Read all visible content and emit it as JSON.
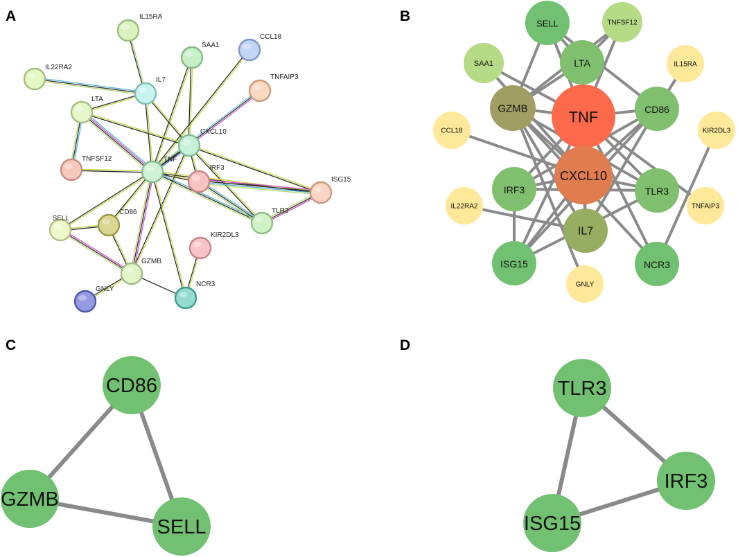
{
  "panels": [
    {
      "letter": "A"
    },
    {
      "letter": "B"
    },
    {
      "letter": "C"
    },
    {
      "letter": "D"
    }
  ],
  "colors": {
    "edge_grey": "#8a8a8a",
    "high_degree": "#fd6a4b",
    "mid_degree": "#e07c4e",
    "green": "#72c173",
    "pale_yellow": "#fee99a"
  },
  "panel_a": {
    "nodes": [
      {
        "id": "IL15RA",
        "fill": "#d9f2c0",
        "stroke": "#9bbd7c"
      },
      {
        "id": "SAA1",
        "fill": "#c6efc6",
        "stroke": "#86b886"
      },
      {
        "id": "CCL18",
        "fill": "#c3d5f5",
        "stroke": "#7f97c7"
      },
      {
        "id": "IL22RA2",
        "fill": "#e4f9c4",
        "stroke": "#a2c07c"
      },
      {
        "id": "IL7",
        "fill": "#c8f3ee",
        "stroke": "#7fbdb4"
      },
      {
        "id": "TNFAIP3",
        "fill": "#fbd8c0",
        "stroke": "#cc9a78"
      },
      {
        "id": "LTA",
        "fill": "#e5f6c8",
        "stroke": "#a5bf80"
      },
      {
        "id": "CXCL10",
        "fill": "#c7f2da",
        "stroke": "#80bc98"
      },
      {
        "id": "TNFSF12",
        "fill": "#f7c8bc",
        "stroke": "#c78e80"
      },
      {
        "id": "TNF",
        "fill": "#cff3d4",
        "stroke": "#87bb90"
      },
      {
        "id": "IRF3",
        "fill": "#f7c3c3",
        "stroke": "#c88686"
      },
      {
        "id": "ISG15",
        "fill": "#fbd5c3",
        "stroke": "#c7977e"
      },
      {
        "id": "SELL",
        "fill": "#eef7c9",
        "stroke": "#b3bf85"
      },
      {
        "id": "CD86",
        "fill": "#d8d690",
        "stroke": "#9c9a48"
      },
      {
        "id": "TLR3",
        "fill": "#d0f2c6",
        "stroke": "#8dbd84"
      },
      {
        "id": "KIR2DL3",
        "fill": "#f7c5c8",
        "stroke": "#c98388"
      },
      {
        "id": "GZMB",
        "fill": "#e2f5c8",
        "stroke": "#a1bd84"
      },
      {
        "id": "GNLY",
        "fill": "#939adf",
        "stroke": "#4d56a3"
      },
      {
        "id": "NCR3",
        "fill": "#93dccf",
        "stroke": "#3f9c8e"
      }
    ],
    "edges": [
      {
        "from": "IL15RA",
        "to": "IL7",
        "colors": [
          "#a3d96e",
          "#2a2a2a"
        ]
      },
      {
        "from": "IL22RA2",
        "to": "IL7",
        "colors": [
          "#4fb3d0",
          "#2a2a2a",
          "#b5d96a"
        ]
      },
      {
        "from": "SAA1",
        "to": "TNF",
        "colors": [
          "#c8d940",
          "#2a2a2a"
        ]
      },
      {
        "from": "SAA1",
        "to": "CXCL10",
        "colors": [
          "#c8d940",
          "#2a2a2a"
        ]
      },
      {
        "from": "CCL18",
        "to": "TNF",
        "colors": [
          "#c8d940",
          "#2a2a2a"
        ]
      },
      {
        "from": "TNFAIP3",
        "to": "TNF",
        "colors": [
          "#c05cd5",
          "#2a2a2a",
          "#7fd2d6"
        ]
      },
      {
        "from": "IL7",
        "to": "LTA",
        "colors": [
          "#c8d940",
          "#2a2a2a"
        ]
      },
      {
        "from": "IL7",
        "to": "TNF",
        "colors": [
          "#c8d940",
          "#2a2a2a"
        ]
      },
      {
        "from": "IL7",
        "to": "CXCL10",
        "colors": [
          "#c8d940",
          "#2a2a2a"
        ]
      },
      {
        "from": "LTA",
        "to": "TNF",
        "colors": [
          "#4fb3d0",
          "#d349c3",
          "#2a2a2a",
          "#b5d96a"
        ]
      },
      {
        "from": "LTA",
        "to": "TNFSF12",
        "colors": [
          "#4fb3d0",
          "#2a2a2a",
          "#b5d96a"
        ]
      },
      {
        "from": "LTA",
        "to": "CXCL10",
        "colors": [
          "#c8d940",
          "#2a2a2a"
        ]
      },
      {
        "from": "CXCL10",
        "to": "TNF",
        "colors": [
          "#4fb3d0",
          "#2a2a2a",
          "#b5d96a"
        ]
      },
      {
        "from": "CXCL10",
        "to": "IRF3",
        "colors": [
          "#c8d940",
          "#2a2a2a"
        ]
      },
      {
        "from": "CXCL10",
        "to": "ISG15",
        "colors": [
          "#c8d940",
          "#2a2a2a"
        ]
      },
      {
        "from": "CXCL10",
        "to": "TLR3",
        "colors": [
          "#c8d940",
          "#2a2a2a"
        ]
      },
      {
        "from": "CXCL10",
        "to": "GZMB",
        "colors": [
          "#c8d940",
          "#2a2a2a"
        ]
      },
      {
        "from": "TNFSF12",
        "to": "TNF",
        "colors": [
          "#c8d940",
          "#2a2a2a"
        ]
      },
      {
        "from": "TNF",
        "to": "IRF3",
        "colors": [
          "#c8d940",
          "#2a2a2a"
        ]
      },
      {
        "from": "TNF",
        "to": "ISG15",
        "colors": [
          "#c8d940",
          "#2a2a2a"
        ]
      },
      {
        "from": "TNF",
        "to": "TLR3",
        "colors": [
          "#4fb3d0",
          "#2a2a2a",
          "#b5d96a"
        ]
      },
      {
        "from": "TNF",
        "to": "SELL",
        "colors": [
          "#c8d940",
          "#2a2a2a"
        ]
      },
      {
        "from": "TNF",
        "to": "CD86",
        "colors": [
          "#c8d940",
          "#2a2a2a"
        ]
      },
      {
        "from": "TNF",
        "to": "GZMB",
        "colors": [
          "#d349c3",
          "#2a2a2a",
          "#b5d96a"
        ]
      },
      {
        "from": "TNF",
        "to": "NCR3",
        "colors": [
          "#c8d940",
          "#2a2a2a"
        ]
      },
      {
        "from": "IRF3",
        "to": "ISG15",
        "colors": [
          "#d349c3",
          "#2a2a2a",
          "#4fb3d0",
          "#b5d96a"
        ]
      },
      {
        "from": "IRF3",
        "to": "TLR3",
        "colors": [
          "#4fb3d0",
          "#2a2a2a",
          "#b5d96a"
        ]
      },
      {
        "from": "ISG15",
        "to": "TLR3",
        "colors": [
          "#d349c3",
          "#2a2a2a",
          "#b5d96a"
        ]
      },
      {
        "from": "SELL",
        "to": "CD86",
        "colors": [
          "#c8d940",
          "#2a2a2a"
        ]
      },
      {
        "from": "SELL",
        "to": "GZMB",
        "colors": [
          "#d349c3",
          "#2a2a2a",
          "#b5d96a"
        ]
      },
      {
        "from": "CD86",
        "to": "GZMB",
        "colors": [
          "#c8d940",
          "#2a2a2a"
        ]
      },
      {
        "from": "GZMB",
        "to": "GNLY",
        "colors": [
          "#c8d940",
          "#2a2a2a"
        ]
      },
      {
        "from": "GZMB",
        "to": "NCR3",
        "colors": [
          "#2a2a2a"
        ]
      },
      {
        "from": "KIR2DL3",
        "to": "NCR3",
        "colors": [
          "#c8d940",
          "#2a2a2a"
        ]
      }
    ]
  },
  "panel_b": {
    "nodes": [
      {
        "id": "SELL",
        "fill": "#72c173"
      },
      {
        "id": "TNFSF12",
        "fill": "#b6db86"
      },
      {
        "id": "LTA",
        "fill": "#7fbf6e"
      },
      {
        "id": "SAA1",
        "fill": "#b6db86"
      },
      {
        "id": "IL15RA",
        "fill": "#fee99a"
      },
      {
        "id": "GZMB",
        "fill": "#a09e62"
      },
      {
        "id": "TNF",
        "fill": "#fd6a4b"
      },
      {
        "id": "CD86",
        "fill": "#7fbf6e"
      },
      {
        "id": "CCL18",
        "fill": "#fee99a"
      },
      {
        "id": "KIR2DL3",
        "fill": "#fee99a"
      },
      {
        "id": "CXCL10",
        "fill": "#e07c4e"
      },
      {
        "id": "IRF3",
        "fill": "#7fbf6e"
      },
      {
        "id": "TLR3",
        "fill": "#7fbf6e"
      },
      {
        "id": "IL22RA2",
        "fill": "#fee99a"
      },
      {
        "id": "TNFAIP3",
        "fill": "#fee99a"
      },
      {
        "id": "IL7",
        "fill": "#96ad62"
      },
      {
        "id": "ISG15",
        "fill": "#72c173"
      },
      {
        "id": "NCR3",
        "fill": "#72c173"
      },
      {
        "id": "GNLY",
        "fill": "#fee99a"
      }
    ],
    "edges": [
      [
        "SELL",
        "LTA"
      ],
      [
        "SELL",
        "TNF"
      ],
      [
        "SELL",
        "CD86"
      ],
      [
        "SELL",
        "GZMB"
      ],
      [
        "TNFSF12",
        "LTA"
      ],
      [
        "TNFSF12",
        "TNF"
      ],
      [
        "TNFSF12",
        "GZMB"
      ],
      [
        "LTA",
        "TNF"
      ],
      [
        "LTA",
        "GZMB"
      ],
      [
        "LTA",
        "IL7"
      ],
      [
        "LTA",
        "CXCL10"
      ],
      [
        "SAA1",
        "TNF"
      ],
      [
        "SAA1",
        "CXCL10"
      ],
      [
        "IL15RA",
        "CD86"
      ],
      [
        "GZMB",
        "TNF"
      ],
      [
        "GZMB",
        "CXCL10"
      ],
      [
        "GZMB",
        "TLR3"
      ],
      [
        "GZMB",
        "NCR3"
      ],
      [
        "GZMB",
        "GNLY"
      ],
      [
        "GZMB",
        "IL7"
      ],
      [
        "TNF",
        "CD86"
      ],
      [
        "TNF",
        "CXCL10"
      ],
      [
        "TNF",
        "IRF3"
      ],
      [
        "TNF",
        "TLR3"
      ],
      [
        "TNF",
        "IL7"
      ],
      [
        "TNF",
        "ISG15"
      ],
      [
        "TNF",
        "NCR3"
      ],
      [
        "TNF",
        "TNFAIP3"
      ],
      [
        "CD86",
        "CXCL10"
      ],
      [
        "CD86",
        "IRF3"
      ],
      [
        "CD86",
        "IL7"
      ],
      [
        "CD86",
        "ISG15"
      ],
      [
        "CCL18",
        "CXCL10"
      ],
      [
        "KIR2DL3",
        "NCR3"
      ],
      [
        "CXCL10",
        "IRF3"
      ],
      [
        "CXCL10",
        "TLR3"
      ],
      [
        "CXCL10",
        "IL7"
      ],
      [
        "CXCL10",
        "ISG15"
      ],
      [
        "IRF3",
        "TLR3"
      ],
      [
        "IRF3",
        "ISG15"
      ],
      [
        "TLR3",
        "ISG15"
      ],
      [
        "IL22RA2",
        "IL7"
      ]
    ]
  },
  "panel_c": {
    "nodes": [
      {
        "id": "CD86",
        "fill": "#72c173"
      },
      {
        "id": "GZMB",
        "fill": "#72c173"
      },
      {
        "id": "SELL",
        "fill": "#72c173"
      }
    ],
    "edges": [
      [
        "CD86",
        "GZMB"
      ],
      [
        "CD86",
        "SELL"
      ],
      [
        "GZMB",
        "SELL"
      ]
    ]
  },
  "panel_d": {
    "nodes": [
      {
        "id": "TLR3",
        "fill": "#72c173"
      },
      {
        "id": "IRF3",
        "fill": "#72c173"
      },
      {
        "id": "ISG15",
        "fill": "#72c173"
      }
    ],
    "edges": [
      [
        "TLR3",
        "IRF3"
      ],
      [
        "TLR3",
        "ISG15"
      ],
      [
        "IRF3",
        "ISG15"
      ]
    ]
  }
}
